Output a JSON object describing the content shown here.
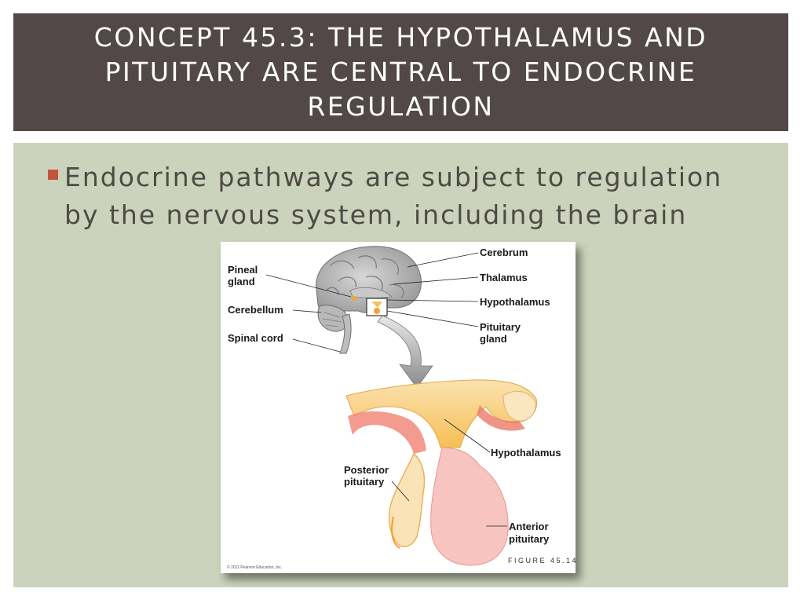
{
  "slide": {
    "title_lines": [
      "CONCEPT 45.3: THE HYPOTHALAMUS AND",
      "PITUITARY ARE CENTRAL TO ENDOCRINE",
      "REGULATION"
    ],
    "bullet_lines": [
      "Endocrine pathways are subject to regulation",
      "by the nervous system, including the brain"
    ]
  },
  "figure": {
    "brain_labels": {
      "pineal_line1": "Pineal",
      "pineal_line2": "gland",
      "cerebellum": "Cerebellum",
      "spinal_cord": "Spinal cord",
      "cerebrum": "Cerebrum",
      "thalamus": "Thalamus",
      "hypothalamus": "Hypothalamus",
      "pituitary_line1": "Pituitary",
      "pituitary_line2": "gland"
    },
    "detail_labels": {
      "hypothalamus": "Hypothalamus",
      "posterior_line1": "Posterior",
      "posterior_line2": "pituitary",
      "anterior_line1": "Anterior",
      "anterior_line2": "pituitary"
    },
    "figure_number": "FIGURE 45.14",
    "copyright": "© 2011 Pearson Education, Inc."
  }
}
